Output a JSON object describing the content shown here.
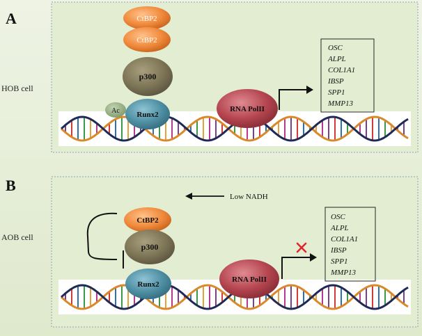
{
  "panels": [
    {
      "letter": "A",
      "cell_label": "HOB cell",
      "proteins": {
        "ctbp2_top": "CtBP2",
        "ctbp2_bottom": "CtBP2",
        "p300": "p300",
        "runx2": "Runx2",
        "ac": "Ac",
        "rna_pol": "RNA PolII"
      },
      "genes": [
        "OSC",
        "ALPL",
        "COL1A1",
        "IBSP",
        "SPP1",
        "MMP13"
      ]
    },
    {
      "letter": "B",
      "cell_label": "AOB cell",
      "nadh_label": "Low NADH",
      "proteins": {
        "ctbp2": "CtBP2",
        "p300": "p300",
        "runx2": "Runx2",
        "rna_pol": "RNA PolII"
      },
      "genes": [
        "OSC",
        "ALPL",
        "COL1A1",
        "IBSP",
        "SPP1",
        "MMP13"
      ]
    }
  ],
  "colors": {
    "ctbp2": "#f08a3c",
    "p300": "#7d7556",
    "runx2": "#4f8fa3",
    "ac": "#8aa37a",
    "rna_pol": "#b4454f",
    "block_x": "#e0262a",
    "dna_orange": "#d9892a",
    "dna_navy": "#1f2a55"
  }
}
